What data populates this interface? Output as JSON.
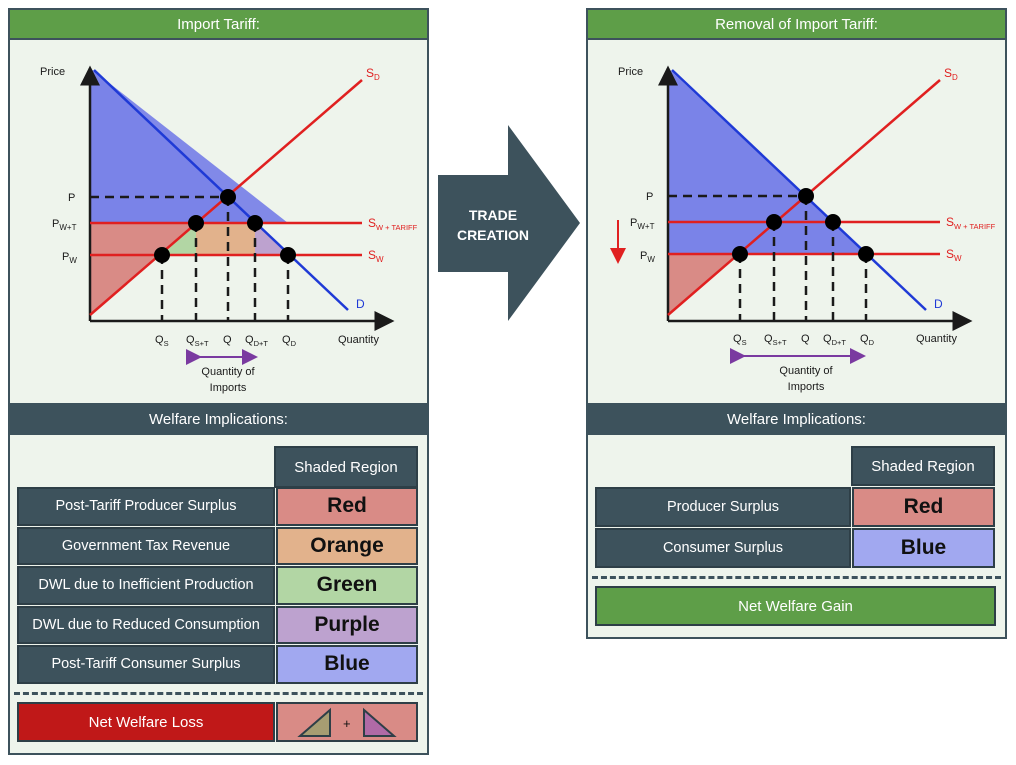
{
  "colors": {
    "panel_bg": "#eef4ec",
    "green_header": "#5e9e48",
    "dark_slate": "#3d525c",
    "red_line": "#e02020",
    "blue_line": "#1f3ad6",
    "red_fill": "#d98b86",
    "orange_fill": "#e2b28c",
    "green_fill": "#b2d6a4",
    "purple_fill": "#bda2cf",
    "blue_fill": "#a1a8f0",
    "loss_red": "#c01818"
  },
  "left": {
    "title": "Import Tariff:",
    "welfare_title": "Welfare Implications:",
    "table_header": "Shaded Region",
    "rows": [
      {
        "label": "Post-Tariff Producer Surplus",
        "region": "Red",
        "color": "#d98b86"
      },
      {
        "label": "Government Tax Revenue",
        "region": "Orange",
        "color": "#e2b28c"
      },
      {
        "label": "DWL due to Inefficient Production",
        "region": "Green",
        "color": "#b2d6a4"
      },
      {
        "label": "DWL due to Reduced Consumption",
        "region": "Purple",
        "color": "#bda2cf"
      },
      {
        "label": "Post-Tariff Consumer Surplus",
        "region": "Blue",
        "color": "#a1a8f0"
      }
    ],
    "net_label": "Net Welfare Loss",
    "net_plus": "+"
  },
  "right": {
    "title": "Removal of Import Tariff:",
    "welfare_title": "Welfare Implications:",
    "table_header": "Shaded Region",
    "rows": [
      {
        "label": "Producer Surplus",
        "region": "Red",
        "color": "#d98b86"
      },
      {
        "label": "Consumer Surplus",
        "region": "Blue",
        "color": "#a1a8f0"
      }
    ],
    "net_label": "Net Welfare Gain"
  },
  "arrow": {
    "line1": "TRADE",
    "line2": "CREATION"
  },
  "graph": {
    "y_axis": "Price",
    "x_axis": "Quantity",
    "supply": "S",
    "supply_sub": "D",
    "demand": "D",
    "price_p": "P",
    "price_wt": "P",
    "price_wt_sub": "W+T",
    "price_w": "P",
    "price_w_sub": "W",
    "sw_tariff": "S",
    "sw_tariff_sub": "W + TARIFF",
    "sw": "S",
    "sw_sub": "W",
    "q_s": "Q",
    "q_s_sub": "S",
    "q_st": "Q",
    "q_st_sub": "S+T",
    "q": "Q",
    "q_dt": "Q",
    "q_dt_sub": "D+T",
    "q_d": "Q",
    "q_d_sub": "D",
    "imports_1": "Quantity of",
    "imports_2": "Imports"
  }
}
